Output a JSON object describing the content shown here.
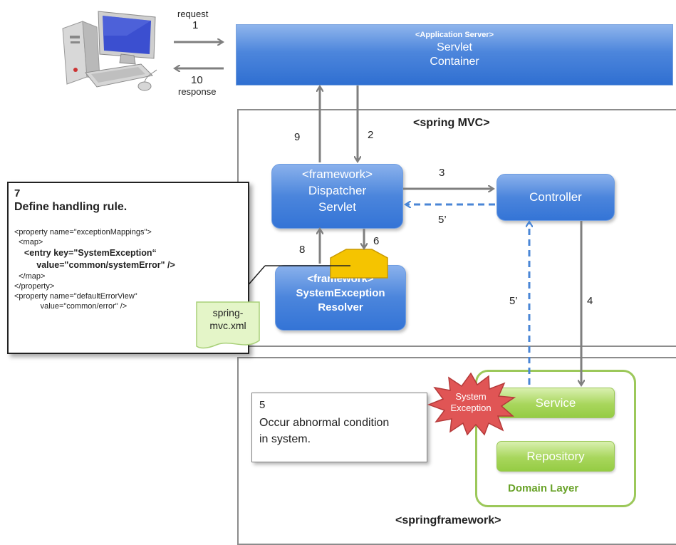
{
  "client": {
    "request_label": "request",
    "request_num": "1",
    "response_num": "10",
    "response_label": "response"
  },
  "app_server": {
    "tag": "<Application Server>",
    "line1": "Servlet",
    "line2": "Container"
  },
  "spring_mvc": {
    "title": "<spring MVC>"
  },
  "springframework": {
    "title": "<springframework>"
  },
  "dispatcher": {
    "tag": "<framework>",
    "line1": "Dispatcher",
    "line2": "Servlet"
  },
  "controller": {
    "label": "Controller"
  },
  "resolver": {
    "tag": "<framework>",
    "line1": "SystemException",
    "line2": "Resolver"
  },
  "steps": {
    "s2": "2",
    "s3": "3",
    "s4": "4",
    "s5a": "5’",
    "s5b": "5’",
    "s6": "6",
    "s8": "8",
    "s9": "9"
  },
  "rule_box": {
    "num": "7",
    "title": "Define handling rule.",
    "code": [
      "<property name=\"exceptionMappings\">",
      "  <map>",
      "    <entry key=\"SystemException“",
      "         value=\"common/systemError\" />",
      "  </map>",
      "</property>",
      "<property name=\"defaultErrorView\"",
      "            value=\"common/error\" />"
    ]
  },
  "note": {
    "line1": "spring-",
    "line2": "mvc.xml"
  },
  "exception_box": {
    "num": "5",
    "line1": "Occur abnormal condition",
    "line2": "in system."
  },
  "burst": {
    "line1": "System",
    "line2": "Exception"
  },
  "domain": {
    "service": "Service",
    "repository": "Repository",
    "title": "Domain Layer"
  },
  "colors": {
    "blue": "#3d7bd9",
    "green": "#a6d45a",
    "domain_border": "#9cc85a",
    "arrow_gray": "#7f7f7f",
    "dashed_blue": "#4a86d6",
    "burst_red": "#e05555",
    "folder_yellow": "#f5c400",
    "note_green": "#e4f5c8"
  }
}
